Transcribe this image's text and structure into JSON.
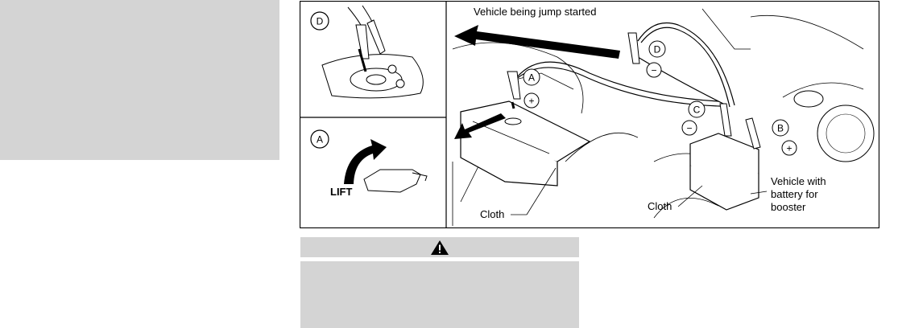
{
  "figure": {
    "label_vehicle_jump": "Vehicle being jump started",
    "label_cloth_left": "Cloth",
    "label_cloth_right": "Cloth",
    "label_vehicle_booster": [
      "Vehicle with",
      "battery for",
      "booster"
    ],
    "label_lift": "LIFT",
    "callouts": {
      "a": "A",
      "b": "B",
      "c": "C",
      "d": "D"
    },
    "polarity": {
      "plus": "+",
      "minus": "−"
    }
  },
  "warning": {
    "icon": "warning-triangle-icon"
  }
}
